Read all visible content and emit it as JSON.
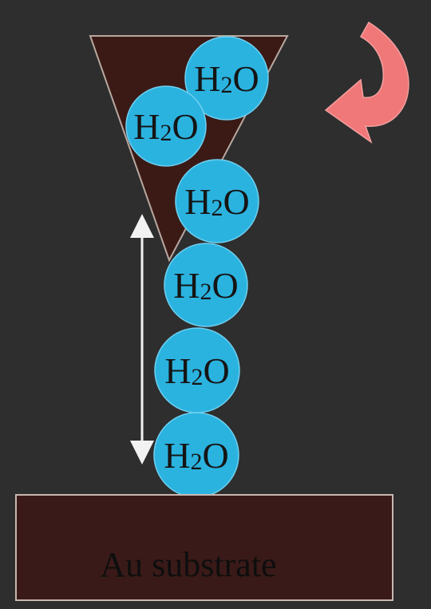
{
  "diagram": {
    "molecule_label": {
      "base": "H",
      "subscript": "2",
      "tail": "O"
    },
    "molecule_count": 6,
    "substrate_label": "Au substrate",
    "colors": {
      "background": "#2e2e2e",
      "tip_fill": "#3b1a16",
      "tip_outline": "#b8a8a0",
      "molecule_fill": "#2bb3e0",
      "substrate_fill": "#3a1a18",
      "arrow_color": "#f07878",
      "dimension_line": "#f2f2f2"
    },
    "icons": [
      "curved-rotation-arrow-icon",
      "double-headed-vertical-arrow-icon"
    ]
  }
}
